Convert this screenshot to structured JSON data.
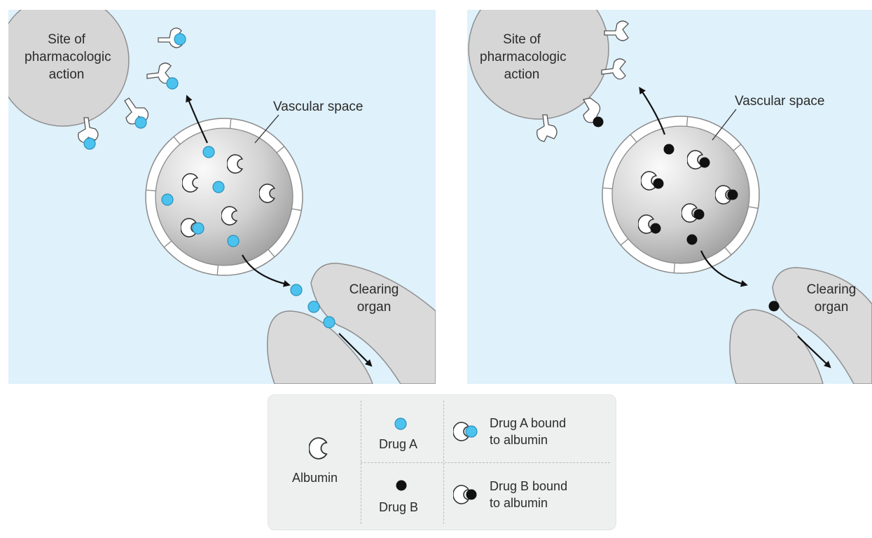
{
  "panels": [
    {
      "site_label": "Site of\npharmacologic\naction",
      "vascular_label": "Vascular space",
      "clearing_label": "Clearing\norgan",
      "drug_color": "#4cc3ef"
    },
    {
      "site_label": "Site of\npharmacologic\naction",
      "vascular_label": "Vascular space",
      "clearing_label": "Clearing\norgan",
      "drug_color": "#111111"
    }
  ],
  "legend": {
    "albumin": "Albumin",
    "drug_a": "Drug A",
    "drug_a_bound": "Drug A bound\nto albumin",
    "drug_b": "Drug B",
    "drug_b_bound": "Drug B bound\nto albumin"
  },
  "colors": {
    "background": "#dff1fb",
    "organ": "#dadada",
    "drug_a": "#4cc3ef",
    "drug_b": "#111111",
    "legend_bg": "#eef0f0"
  }
}
